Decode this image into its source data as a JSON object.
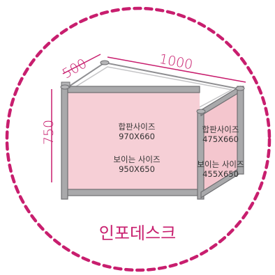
{
  "colors": {
    "accent": "#c81e6e",
    "panel_pink": "#f6cfd6",
    "frame_gray": "#a9a9ab",
    "frame_dark": "#6f6f72",
    "top_fill": "#ffffff",
    "text": "#333333"
  },
  "dimensions": {
    "depth": "500",
    "width": "1000",
    "height": "750"
  },
  "front_panel": {
    "board_label": "합판사이즈",
    "board_size": "970X660",
    "visible_label": "보이는 사이즈",
    "visible_size": "950X650"
  },
  "side_panel": {
    "board_label": "합판사이즈",
    "board_size": "475X660",
    "visible_label": "보이는 사이즈",
    "visible_size": "455X650"
  },
  "title": "인포데스크"
}
